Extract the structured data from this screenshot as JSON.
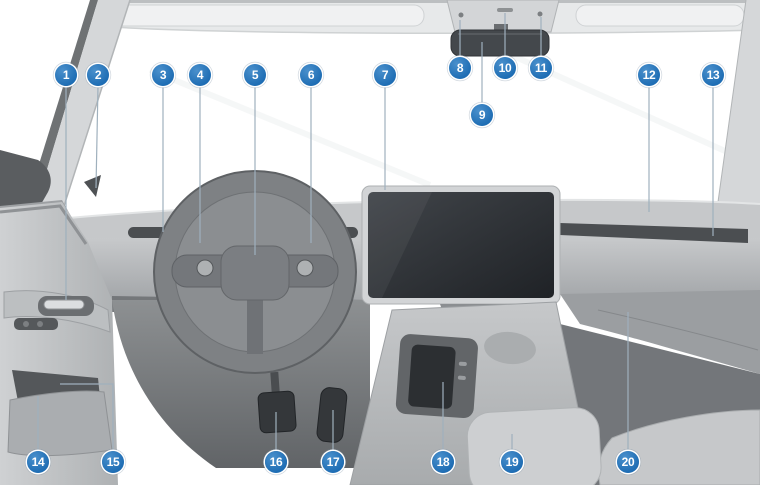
{
  "callouts": [
    {
      "label": "1"
    },
    {
      "label": "2"
    },
    {
      "label": "3"
    },
    {
      "label": "4"
    },
    {
      "label": "5"
    },
    {
      "label": "6"
    },
    {
      "label": "7"
    },
    {
      "label": "8"
    },
    {
      "label": "9"
    },
    {
      "label": "10"
    },
    {
      "label": "11"
    },
    {
      "label": "12"
    },
    {
      "label": "13"
    },
    {
      "label": "14"
    },
    {
      "label": "15"
    },
    {
      "label": "16"
    },
    {
      "label": "17"
    },
    {
      "label": "18"
    },
    {
      "label": "19"
    },
    {
      "label": "20"
    }
  ],
  "colors": {
    "callout-bg": "#1e6db4",
    "callout-text": "#ffffff",
    "leader-line": "#9fb0bd",
    "background": "#ffffff"
  }
}
